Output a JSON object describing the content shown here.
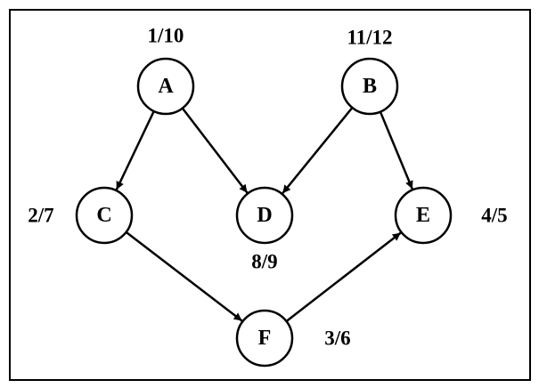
{
  "nodes": [
    {
      "id": "A",
      "label": "A",
      "times": "1/10"
    },
    {
      "id": "B",
      "label": "B",
      "times": "11/12"
    },
    {
      "id": "C",
      "label": "C",
      "times": "2/7"
    },
    {
      "id": "D",
      "label": "D",
      "times": "8/9"
    },
    {
      "id": "E",
      "label": "E",
      "times": "4/5"
    },
    {
      "id": "F",
      "label": "F",
      "times": "3/6"
    }
  ],
  "edges": [
    {
      "from": "A",
      "to": "C"
    },
    {
      "from": "A",
      "to": "D"
    },
    {
      "from": "B",
      "to": "D"
    },
    {
      "from": "B",
      "to": "E"
    },
    {
      "from": "C",
      "to": "F"
    },
    {
      "from": "F",
      "to": "E"
    }
  ],
  "colors": {
    "stroke": "#000000",
    "background": "#ffffff"
  }
}
